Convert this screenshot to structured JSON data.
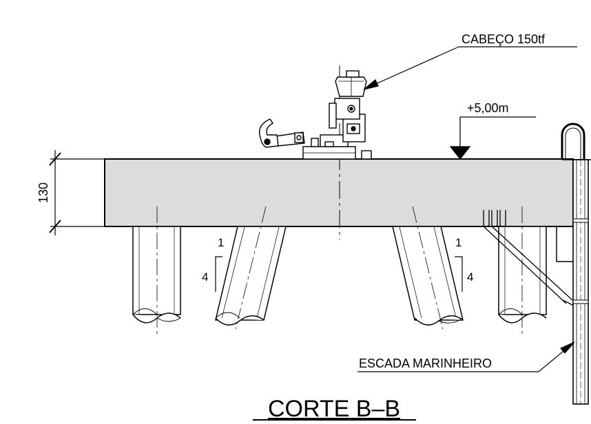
{
  "labels": {
    "bollard": "CABEÇO 150tf",
    "elevation": "+5,00m",
    "height_dim": "130",
    "ladder": "ESCADA MARINHEIRO",
    "slope_rise_left": "1",
    "slope_run_left": "4",
    "slope_rise_right": "1",
    "slope_run_right": "4",
    "title": "CORTE B–B"
  },
  "colors": {
    "concrete": "#dcdcdc",
    "line": "#000000",
    "background": "#ffffff"
  }
}
